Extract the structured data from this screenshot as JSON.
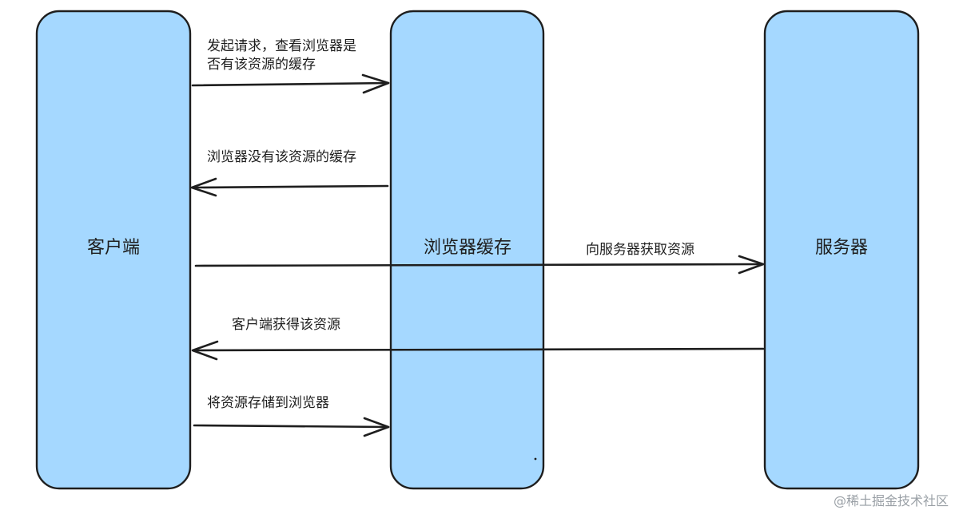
{
  "lifelines": {
    "client": "客户端",
    "browser_cache": "浏览器缓存",
    "server": "服务器"
  },
  "messages": {
    "m1_line1": "发起请求，查看浏览器是",
    "m1_line2": "否有该资源的缓存",
    "m2": "浏览器没有该资源的缓存",
    "m3": "向服务器获取资源",
    "m4": "客户端获得该资源",
    "m5": "将资源存储到浏览器"
  },
  "watermark": "@稀土掘金技术社区",
  "colors": {
    "lifeline_fill": "#a5d8ff",
    "stroke": "#1e1e1e"
  }
}
